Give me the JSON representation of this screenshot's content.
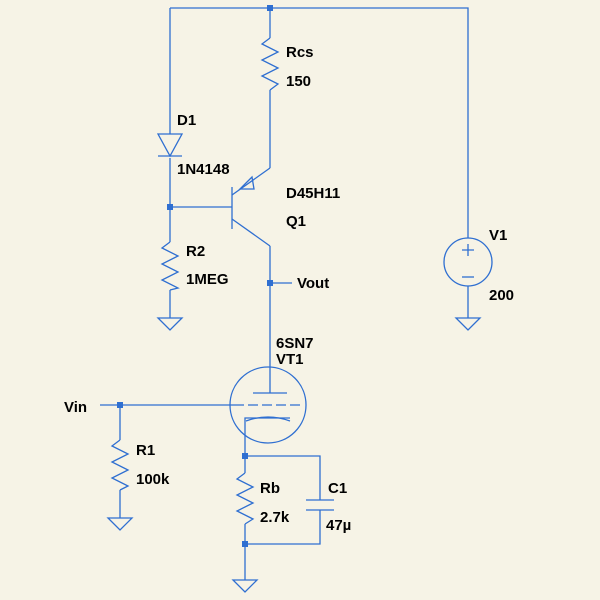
{
  "components": {
    "rcs": {
      "name": "Rcs",
      "value": "150"
    },
    "d1": {
      "name": "D1",
      "value": "1N4148"
    },
    "q1": {
      "model": "D45H11",
      "name": "Q1"
    },
    "r2": {
      "name": "R2",
      "value": "1MEG"
    },
    "v1": {
      "name": "V1",
      "value": "200"
    },
    "vt1": {
      "model": "6SN7",
      "name": "VT1"
    },
    "r1": {
      "name": "R1",
      "value": "100k"
    },
    "rb": {
      "name": "Rb",
      "value": "2.7k"
    },
    "c1": {
      "name": "C1",
      "value": "47µ"
    }
  },
  "nets": {
    "vout": "Vout",
    "vin": "Vin"
  },
  "colors": {
    "background": "#f6f3e6",
    "wire": "#2f6fd1",
    "label": "#000000"
  }
}
